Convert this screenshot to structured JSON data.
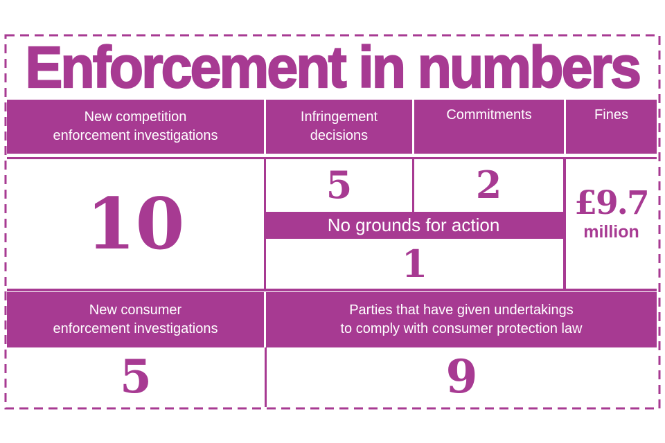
{
  "title": "Enforcement in numbers",
  "colors": {
    "magenta": "#a73a92",
    "text_on_magenta": "#ffffff"
  },
  "headers": {
    "competition_l1": "New competition",
    "competition_l2": "enforcement investigations",
    "infringement_l1": "Infringement",
    "infringement_l2": "decisions",
    "commitments": "Commitments",
    "fines": "Fines",
    "consumer_l1": "New consumer",
    "consumer_l2": "enforcement investigations",
    "undertakings_l1": "Parties that have given undertakings",
    "undertakings_l2": "to comply with consumer protection law"
  },
  "labels": {
    "no_grounds": "No grounds for action"
  },
  "values": {
    "competition": "10",
    "infringement": "5",
    "commitments": "2",
    "no_grounds": "1",
    "fines_amount": "£9.7",
    "fines_unit": "million",
    "consumer": "5",
    "undertakings": "9"
  },
  "chart_data": {
    "type": "table",
    "title": "Enforcement in numbers",
    "rows": [
      {
        "label": "New competition enforcement investigations",
        "value": 10
      },
      {
        "label": "Infringement decisions",
        "value": 5
      },
      {
        "label": "Commitments",
        "value": 2
      },
      {
        "label": "No grounds for action",
        "value": 1
      },
      {
        "label": "Fines",
        "value": "£9.7 million"
      },
      {
        "label": "New consumer enforcement investigations",
        "value": 5
      },
      {
        "label": "Parties that have given undertakings to comply with consumer protection law",
        "value": 9
      }
    ]
  }
}
